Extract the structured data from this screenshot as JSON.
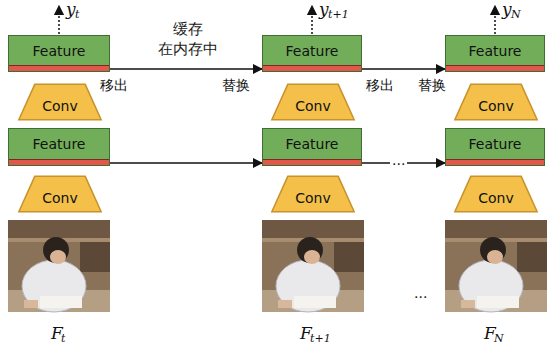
{
  "diagram": {
    "nodes": [
      {
        "text": [
          "Feature"
        ]
      },
      {
        "text": [
          "Conv"
        ]
      },
      {
        "text": [
          "Feature"
        ]
      },
      {
        "text": [
          "Conv"
        ]
      },
      {
        "text": [
          "缓存 在内存中"
        ]
      },
      {
        "text": [
          "Feature"
        ]
      },
      {
        "text": [
          "Conv"
        ]
      },
      {
        "text": [
          "Feature"
        ]
      },
      {
        "text": [
          "Conv"
        ]
      },
      {
        "text": [
          "Feature"
        ]
      },
      {
        "text": [
          "Conv"
        ]
      },
      {
        "text": [
          "Feature"
        ]
      },
      {
        "text": [
          "Conv"
        ]
      }
    ],
    "edges": [
      {
        "from": 0,
        "to": 5,
        "arrow": "to"
      },
      {
        "from": 2,
        "to": 7,
        "arrow": "to"
      },
      {
        "from": 5,
        "to": 9,
        "arrow": "to"
      },
      {
        "from": 7,
        "to": 11,
        "arrow": "to"
      }
    ],
    "labels": [
      "y",
      "t",
      "y",
      "t+1",
      "y",
      "N",
      "移出",
      "替换",
      "移出",
      "替换",
      "...",
      "F",
      "t",
      "...",
      "F",
      "t+1",
      "F",
      "N"
    ]
  }
}
